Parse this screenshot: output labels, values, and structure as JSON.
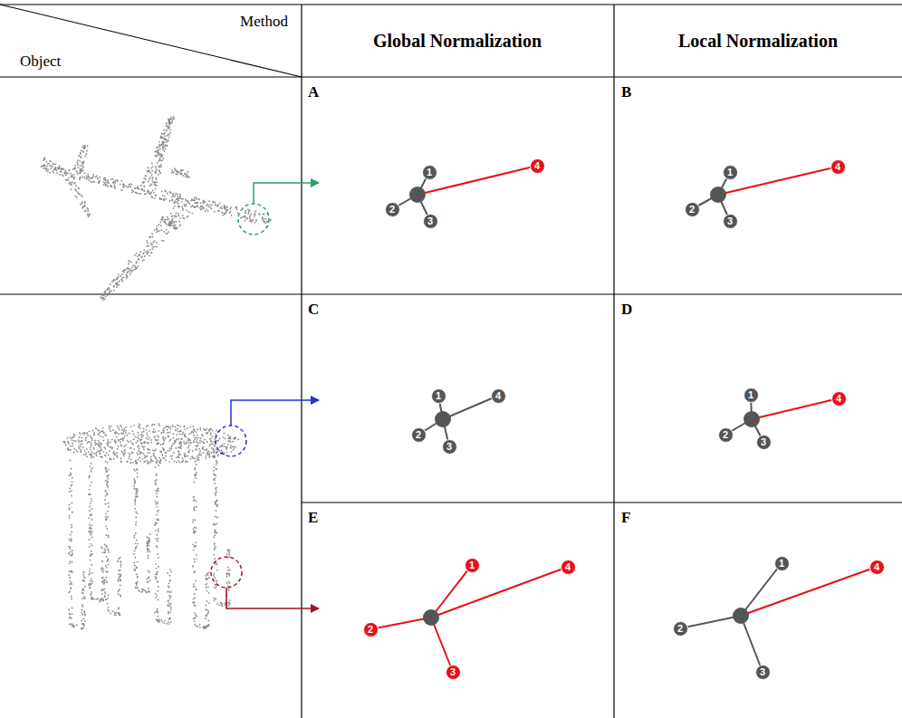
{
  "diagram": {
    "nodes": [
      {
        "text": [
          "1"
        ]
      },
      {
        "text": [
          "2"
        ]
      },
      {
        "text": [
          "3"
        ]
      },
      {
        "text": [
          "4"
        ]
      },
      {
        "text": [
          "1"
        ]
      },
      {
        "text": [
          "2"
        ]
      },
      {
        "text": [
          "3"
        ]
      },
      {
        "text": [
          "4"
        ]
      },
      {
        "text": [
          "1"
        ]
      },
      {
        "text": [
          "2"
        ]
      },
      {
        "text": [
          "3"
        ]
      },
      {
        "text": [
          "4"
        ]
      },
      {
        "text": [
          "1"
        ]
      },
      {
        "text": [
          "2"
        ]
      },
      {
        "text": [
          "3"
        ]
      },
      {
        "text": [
          "4"
        ]
      },
      {
        "text": [
          "1"
        ]
      },
      {
        "text": [
          "2"
        ]
      },
      {
        "text": [
          "3"
        ]
      },
      {
        "text": [
          "4"
        ]
      },
      {
        "text": [
          "1"
        ]
      },
      {
        "text": [
          "2"
        ]
      },
      {
        "text": [
          "3"
        ]
      },
      {
        "text": [
          "4"
        ]
      }
    ],
    "labels": [
      "Method",
      "Object",
      "Global Normalization",
      "Local Normalization",
      "A",
      "B",
      "C",
      "D",
      "E",
      "F"
    ]
  }
}
